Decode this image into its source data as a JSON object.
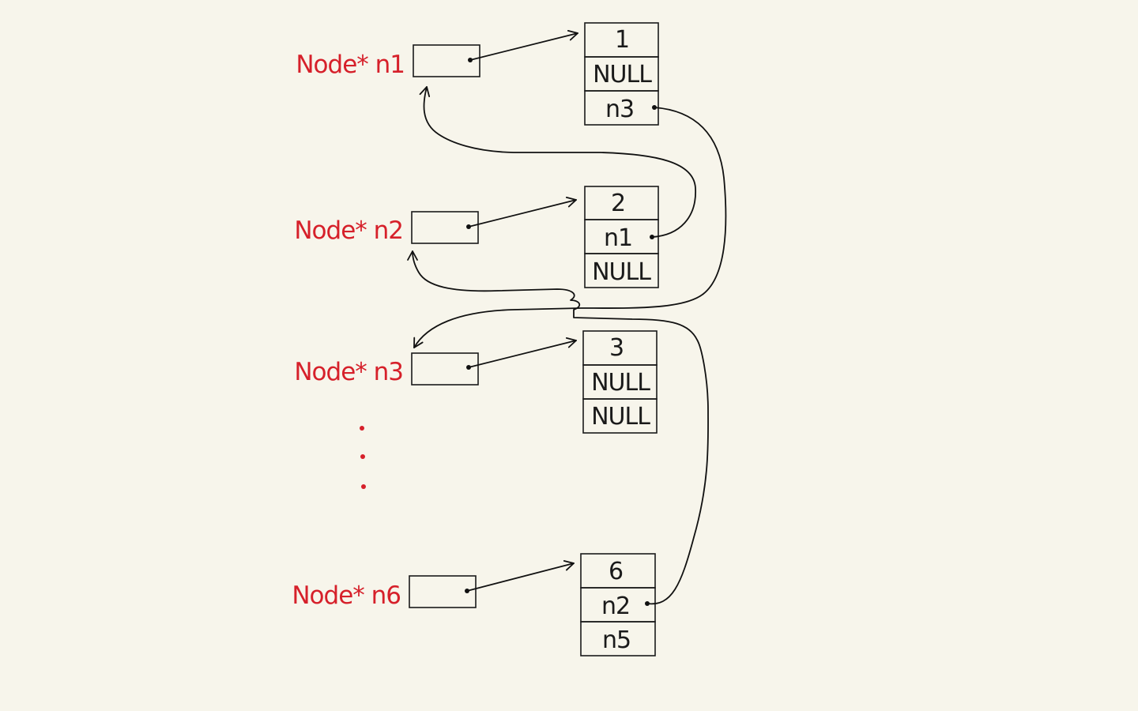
{
  "pointers": [
    {
      "label": "Node* n1"
    },
    {
      "label": "Node* n2"
    },
    {
      "label": "Node* n3"
    },
    {
      "label": "Node* n6"
    }
  ],
  "nodes": [
    {
      "cells": [
        "1",
        "NULL",
        "n3"
      ]
    },
    {
      "cells": [
        "2",
        "n1",
        "NULL"
      ]
    },
    {
      "cells": [
        "3",
        "NULL",
        "NULL"
      ]
    },
    {
      "cells": [
        "6",
        "n2",
        "n5"
      ]
    }
  ],
  "colors": {
    "label": "#d6202a",
    "ink": "#111111",
    "background": "#f7f5eb"
  }
}
